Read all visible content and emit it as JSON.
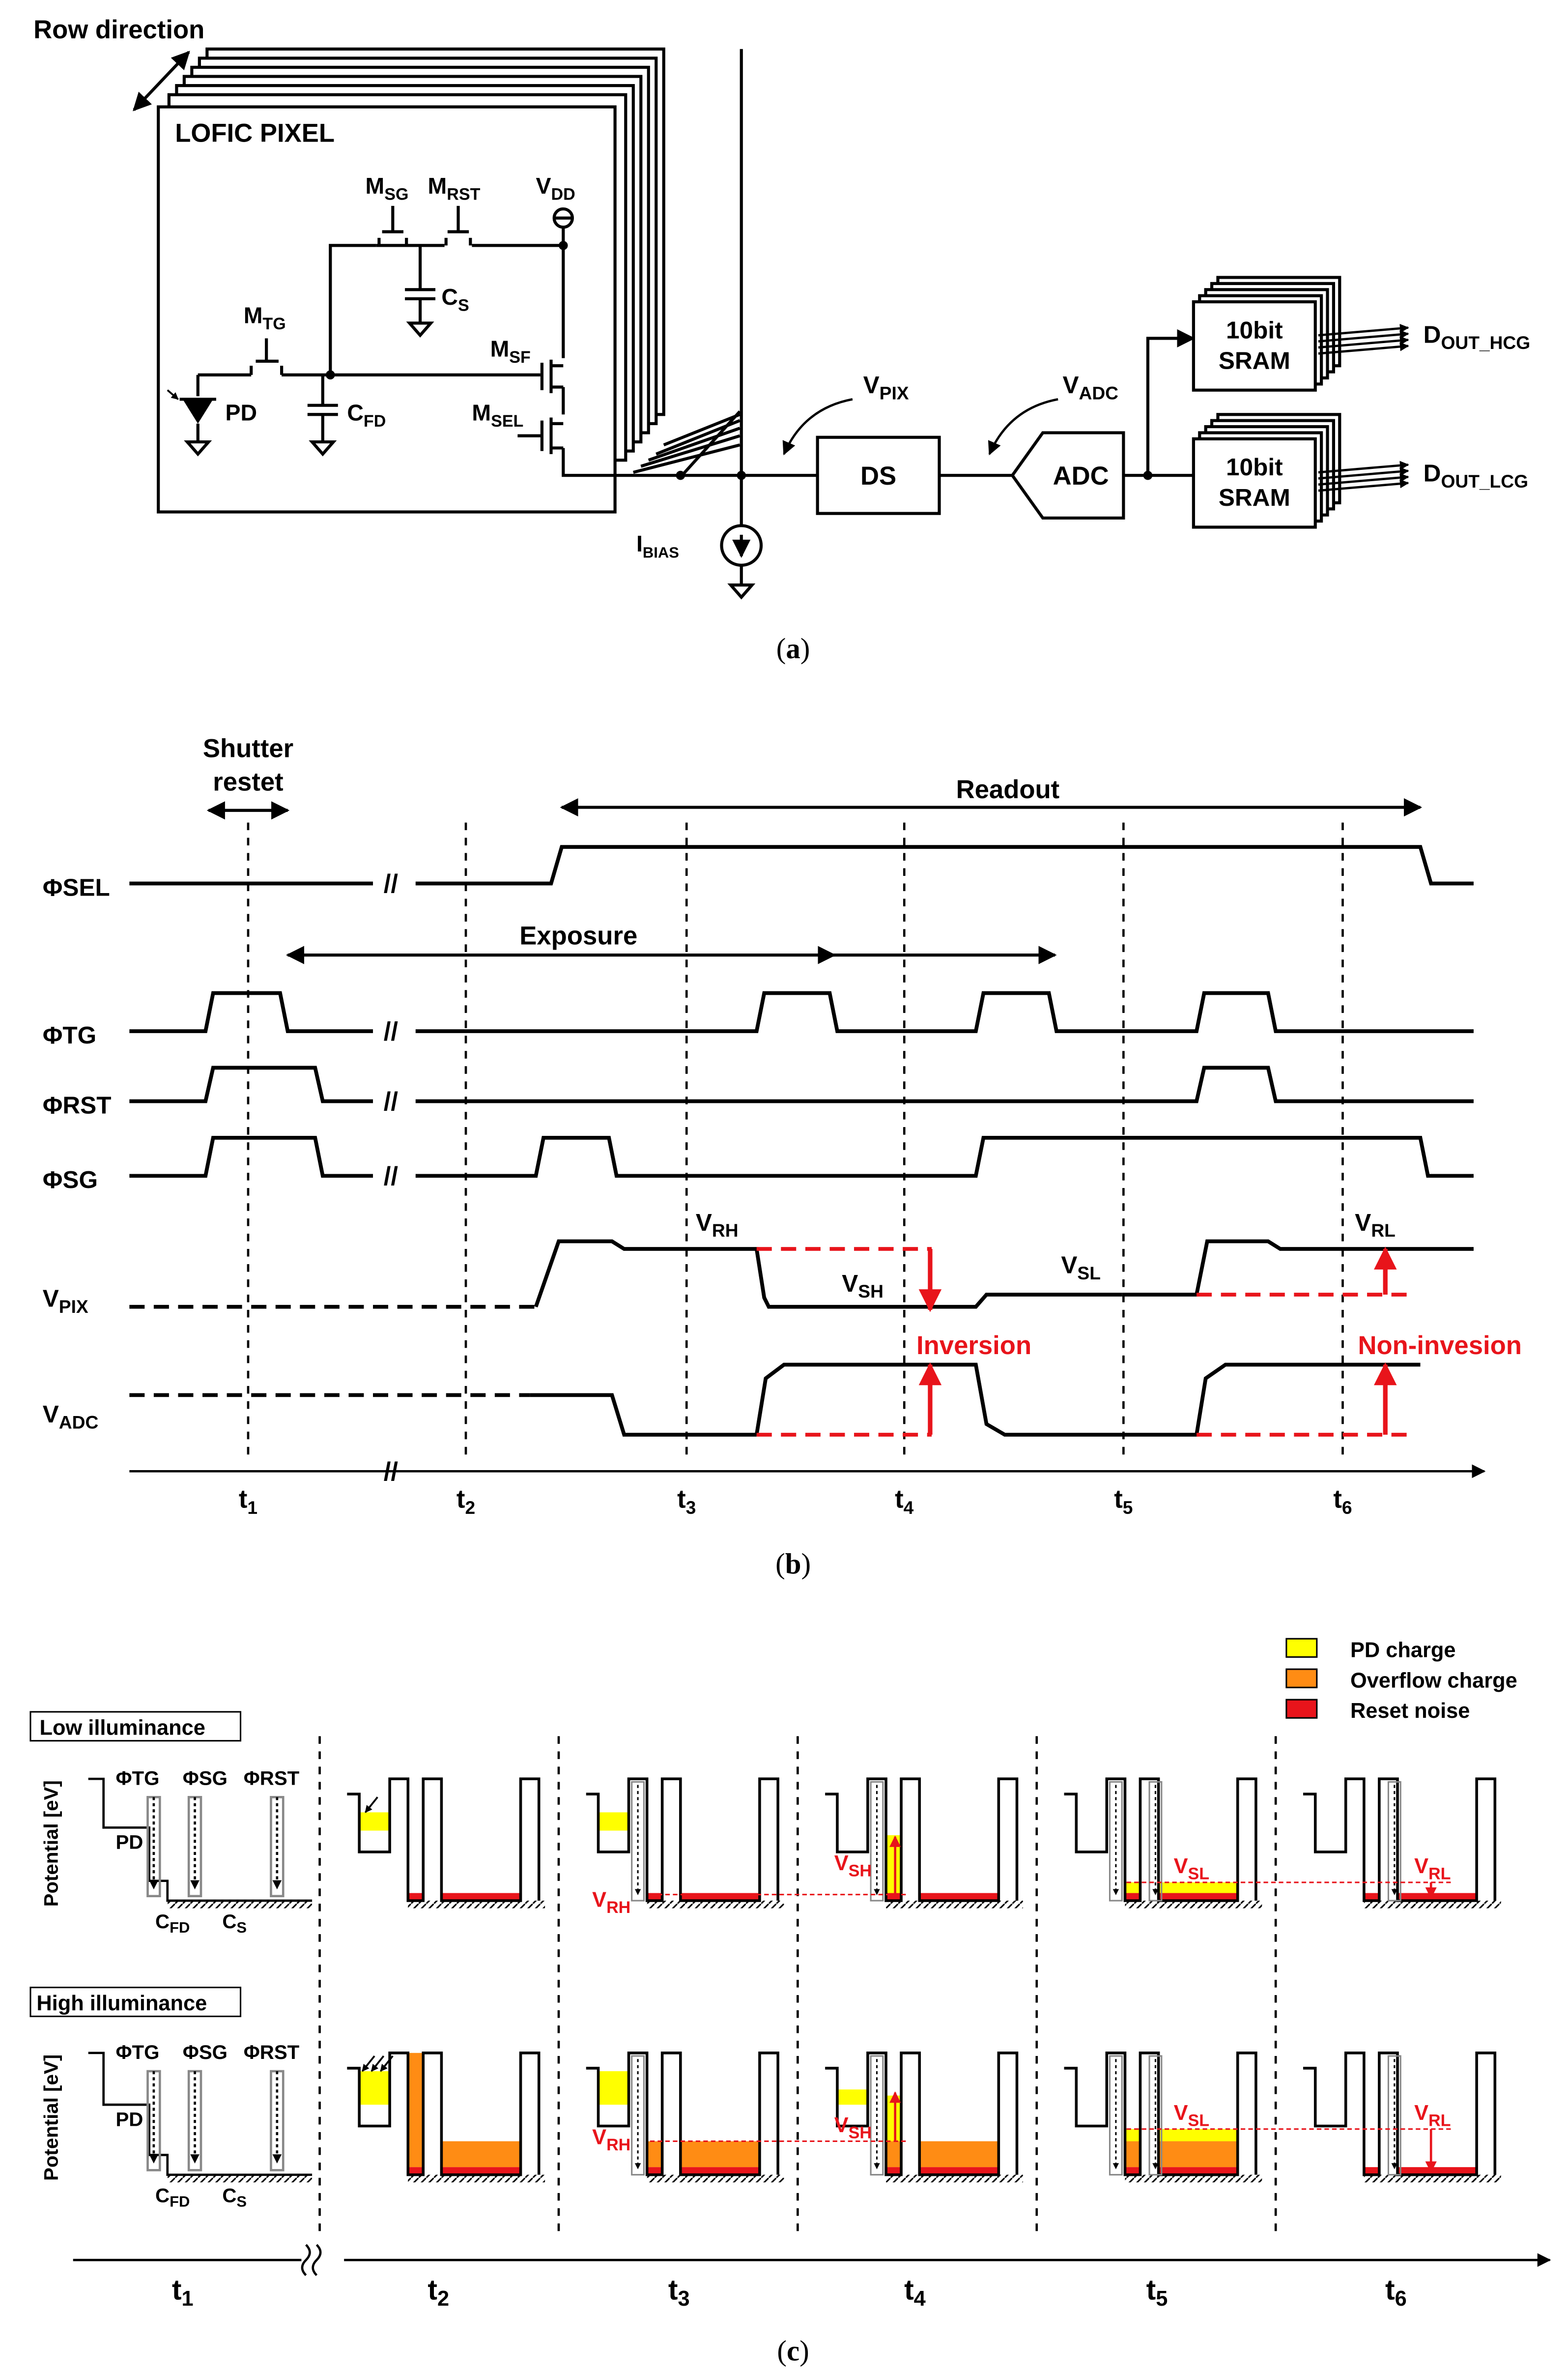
{
  "colors": {
    "pd_charge": "#ffff00",
    "overflow_charge": "#ff8c14",
    "reset_noise": "#e8141b",
    "annotation": "#e8141b"
  },
  "panel_a": {
    "caption_letter": "a",
    "row_direction": "Row direction",
    "pixel_title": "LOFIC PIXEL",
    "m_sg": {
      "main": "M",
      "sub": "SG"
    },
    "m_rst": {
      "main": "M",
      "sub": "RST"
    },
    "vdd": {
      "main": "V",
      "sub": "DD"
    },
    "cs": {
      "main": "C",
      "sub": "S"
    },
    "m_tg": {
      "main": "M",
      "sub": "TG"
    },
    "m_sf": {
      "main": "M",
      "sub": "SF"
    },
    "m_sel": {
      "main": "M",
      "sub": "SEL"
    },
    "pd": "PD",
    "cfd": {
      "main": "C",
      "sub": "FD"
    },
    "ibias": {
      "main": "I",
      "sub": "BIAS"
    },
    "vpix": {
      "main": "V",
      "sub": "PIX"
    },
    "vadc": {
      "main": "V",
      "sub": "ADC"
    },
    "ds": "DS",
    "adc": "ADC",
    "sram_line1": "10bit",
    "sram_line2": "SRAM",
    "dout_hcg": {
      "main": "D",
      "sub": "OUT_HCG"
    },
    "dout_lcg": {
      "main": "D",
      "sub": "OUT_LCG"
    }
  },
  "panel_b": {
    "caption_letter": "b",
    "shutter_line1": "Shutter",
    "shutter_line2": "restet",
    "readout": "Readout",
    "exposure": "Exposure",
    "phi_sel": "ΦSEL",
    "phi_tg": "ΦTG",
    "phi_rst": "ΦRST",
    "phi_sg": "ΦSG",
    "v_pix": {
      "main": "V",
      "sub": "PIX"
    },
    "v_adc": {
      "main": "V",
      "sub": "ADC"
    },
    "v_rh": {
      "main": "V",
      "sub": "RH"
    },
    "v_sh": {
      "main": "V",
      "sub": "SH"
    },
    "v_sl": {
      "main": "V",
      "sub": "SL"
    },
    "v_rl": {
      "main": "V",
      "sub": "RL"
    },
    "inversion": "Inversion",
    "non_inversion": "Non-invesion",
    "break_mark": "//",
    "times": [
      {
        "main": "t",
        "sub": "1"
      },
      {
        "main": "t",
        "sub": "2"
      },
      {
        "main": "t",
        "sub": "3"
      },
      {
        "main": "t",
        "sub": "4"
      },
      {
        "main": "t",
        "sub": "5"
      },
      {
        "main": "t",
        "sub": "6"
      }
    ]
  },
  "panel_c": {
    "caption_letter": "c",
    "legend": [
      "PD charge",
      "Overflow charge",
      "Reset noise"
    ],
    "low_label": "Low illuminance",
    "high_label": "High illuminance",
    "y_axis": "Potential [eV]",
    "phi_tg": "ΦTG",
    "phi_sg": "ΦSG",
    "phi_rst": "ΦRST",
    "pd": "PD",
    "cfd": {
      "main": "C",
      "sub": "FD"
    },
    "cs": {
      "main": "C",
      "sub": "S"
    },
    "v_rh": {
      "main": "V",
      "sub": "RH"
    },
    "v_sh": {
      "main": "V",
      "sub": "SH"
    },
    "v_sl": {
      "main": "V",
      "sub": "SL"
    },
    "v_rl": {
      "main": "V",
      "sub": "RL"
    },
    "times": [
      {
        "main": "t",
        "sub": "1"
      },
      {
        "main": "t",
        "sub": "2"
      },
      {
        "main": "t",
        "sub": "3"
      },
      {
        "main": "t",
        "sub": "4"
      },
      {
        "main": "t",
        "sub": "5"
      },
      {
        "main": "t",
        "sub": "6"
      }
    ]
  }
}
